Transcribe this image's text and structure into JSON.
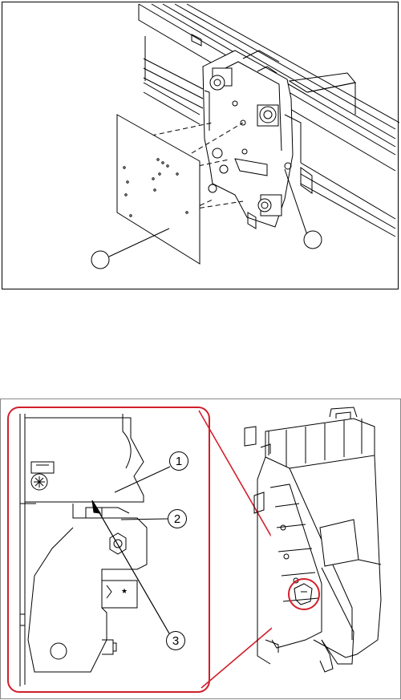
{
  "figure_top": {
    "callouts": [
      {
        "id": "callout-left",
        "label": ""
      },
      {
        "id": "callout-right",
        "label": ""
      }
    ]
  },
  "figure_bottom": {
    "callouts": [
      {
        "id": "callout-1",
        "label": "1"
      },
      {
        "id": "callout-2",
        "label": "2"
      },
      {
        "id": "callout-3",
        "label": "3"
      }
    ],
    "detail_frame_color": "#d11f2a"
  }
}
